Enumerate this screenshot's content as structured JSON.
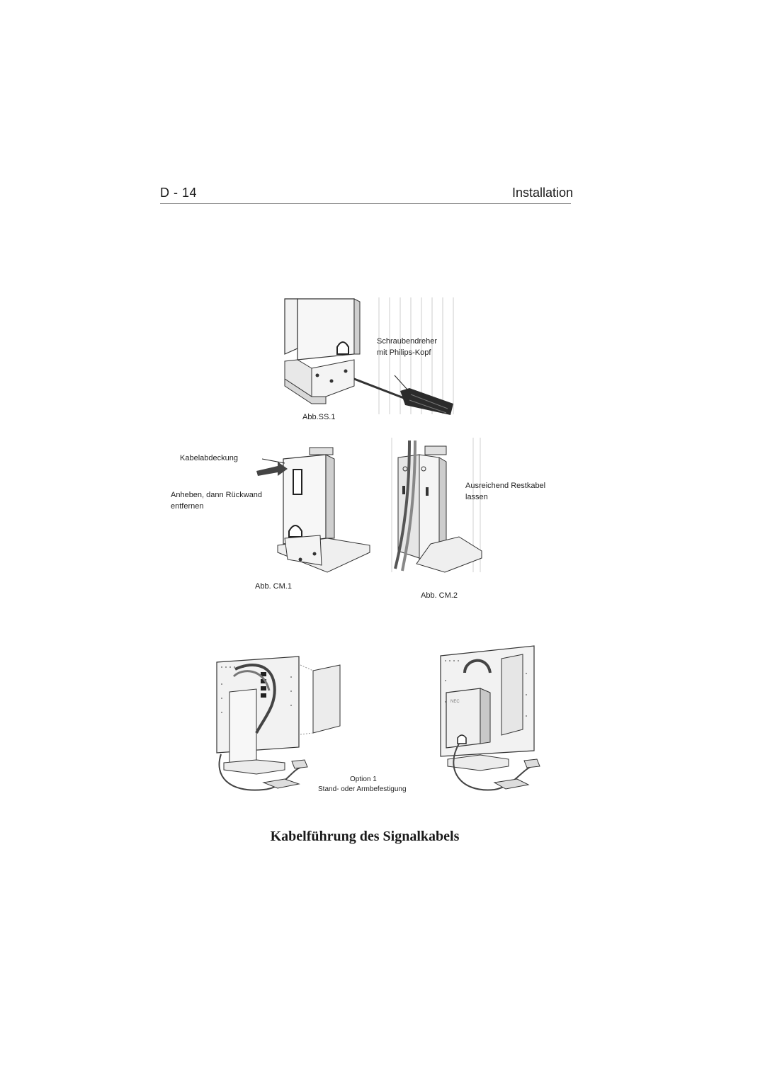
{
  "header": {
    "page_number": "D - 14",
    "section": "Installation"
  },
  "figures": {
    "ss1": {
      "label_line1": "Schraubendreher",
      "label_line2": "mit Philips-Kopf",
      "caption": "Abb.SS.1"
    },
    "cm1": {
      "label_cover": "Kabelabdeckung",
      "label_action_line1": "Anheben, dann Rückwand",
      "label_action_line2": "entfernen",
      "caption": "Abb. CM.1"
    },
    "cm2": {
      "label_line1": "Ausreichend  Restkabel",
      "label_line2": "lassen",
      "caption": "Abb. CM.2"
    },
    "option": {
      "line1": "Option 1",
      "line2": "Stand- oder Armbefestigung",
      "logo": "NEC"
    }
  },
  "title": "Kabelführung des Signalkabels"
}
